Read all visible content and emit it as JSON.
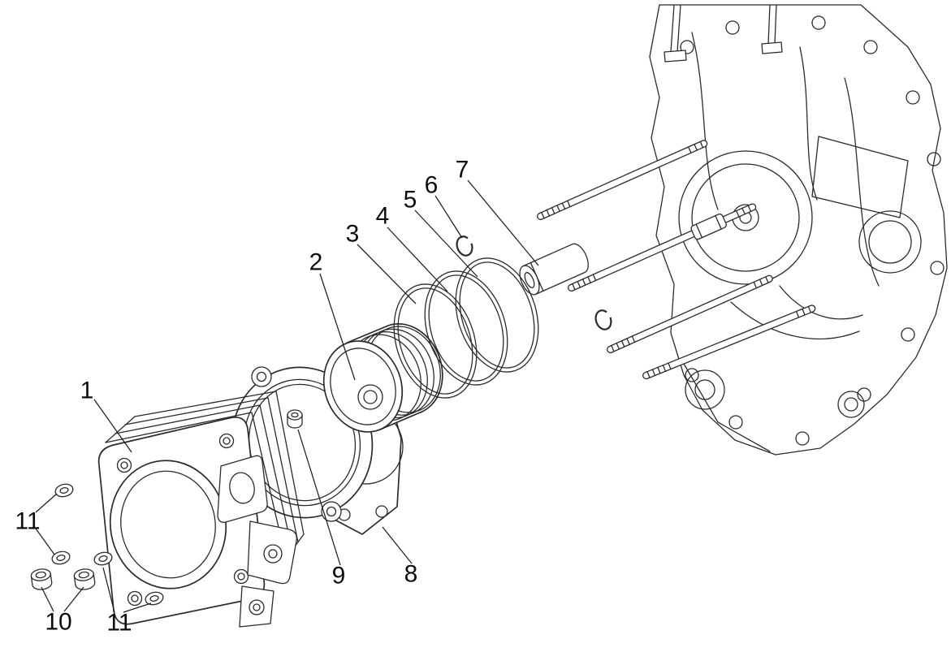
{
  "diagram": {
    "kind": "exploded-parts-diagram",
    "subject": "engine-cylinder-piston-assembly",
    "background_color": "#ffffff",
    "line_color": "#2b2b2b",
    "label_color": "#0d0d0d",
    "callouts": [
      {
        "label": "1",
        "part": "cylinder"
      },
      {
        "label": "2",
        "part": "piston"
      },
      {
        "label": "3",
        "part": "piston-ring-top"
      },
      {
        "label": "4",
        "part": "piston-ring-middle"
      },
      {
        "label": "5",
        "part": "piston-ring-oil"
      },
      {
        "label": "6",
        "part": "circlip"
      },
      {
        "label": "7",
        "part": "wrist-pin"
      },
      {
        "label": "8",
        "part": "base-gasket"
      },
      {
        "label": "9",
        "part": "dowel"
      },
      {
        "label": "10",
        "part": "nut"
      },
      {
        "label": "11",
        "part": "washer"
      },
      {
        "label": "11",
        "part": "washer"
      }
    ]
  }
}
